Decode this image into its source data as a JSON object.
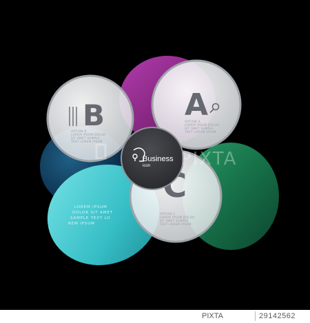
{
  "infographic": {
    "bubble_a": {
      "letter": "A",
      "caption": [
        "OPTION A",
        "LOREM IPSUM DOLOR",
        "SIT AMET SAMPLE",
        "TEXT LOREM IPSUM"
      ],
      "icon": "magnifier-icon"
    },
    "bubble_b": {
      "letter": "B",
      "caption": [
        "OPTION B",
        "LOREM IPSUM DOLOR",
        "SIT AMET SAMPLE",
        "TEXT LOREM IPSUM"
      ],
      "icon": "bars-icon"
    },
    "bubble_c": {
      "letter": "C",
      "caption": [
        "OPTION C",
        "LOREM IPSUM DOLOR",
        "SIT AMET SAMPLE",
        "TEXT LOREM IPSUM"
      ],
      "icon": "diamond-icon"
    },
    "hub": {
      "title": "Business",
      "subtitle": "icon",
      "icon": "head-bulb-icon"
    },
    "cyan_text": [
      "LOREM IPSUM",
      "DOLOR SIT AMET",
      "SAMPLE TEXT LO",
      "REM IPSUM"
    ],
    "watermark": "PIXTA",
    "colors": {
      "background": "#000000",
      "purple": "#a0309a",
      "navy": "#10405e",
      "cyan": "#3fc6cc",
      "green": "#17714a",
      "hub": "#3a3c40",
      "glass": "#eef0f2"
    }
  },
  "footer": {
    "brand": "PIXTA",
    "image_number": "29142562"
  }
}
